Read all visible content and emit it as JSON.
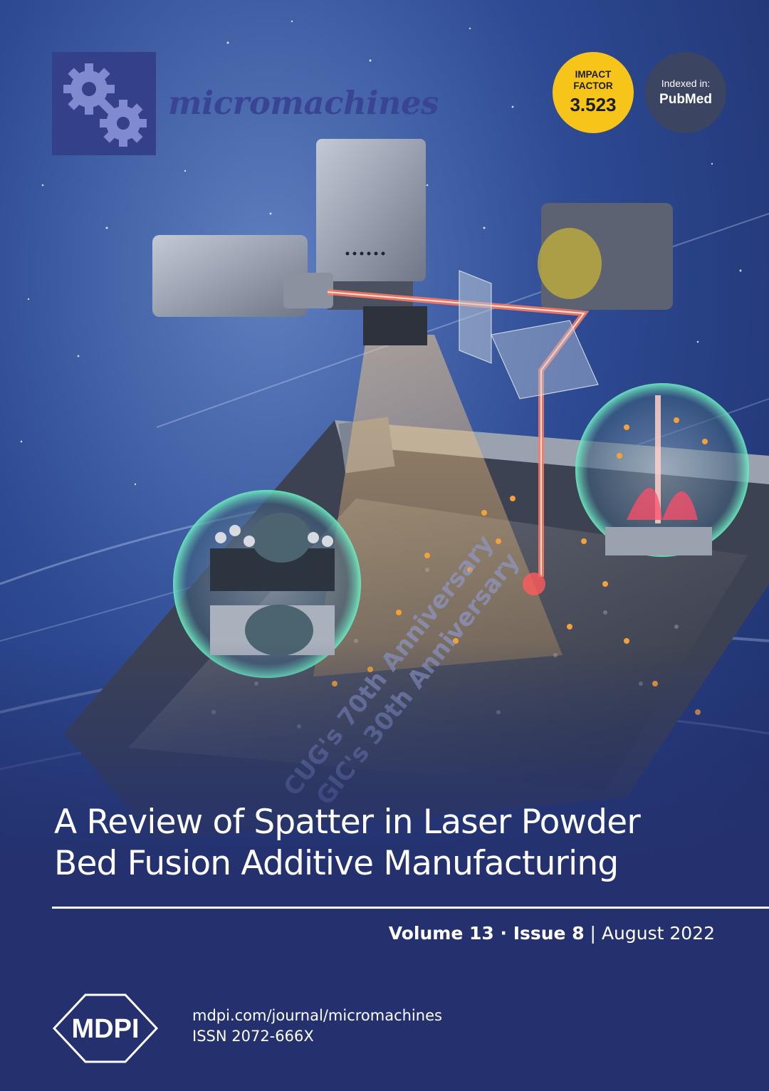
{
  "journal": {
    "name": "micromachines"
  },
  "badges": {
    "impact_factor": {
      "line1": "IMPACT",
      "line2": "FACTOR",
      "value": "3.523",
      "color": "#f7c51a"
    },
    "indexed": {
      "line1": "Indexed in:",
      "line2": "PubMed",
      "color": "#3b4461"
    }
  },
  "cover_art": {
    "engraved_text_1": "CUG's 70th Anniversary",
    "engraved_text_2": "GIC's 30th Anniversary"
  },
  "article": {
    "title_line1": "A Review of Spatter in Laser Powder",
    "title_line2": "Bed Fusion Additive Manufacturing"
  },
  "issue": {
    "volume": "Volume 13",
    "separator": " · ",
    "issue": "Issue 8",
    "divider": " | ",
    "date": "August 2022"
  },
  "publisher": {
    "logo_text": "MDPI",
    "url": "mdpi.com/journal/micromachines",
    "issn": "ISSN 2072-666X"
  },
  "colors": {
    "background": "#24316e",
    "brand": "#34408a",
    "accent": "#f7c51a",
    "laser": "#ff6a5a"
  }
}
